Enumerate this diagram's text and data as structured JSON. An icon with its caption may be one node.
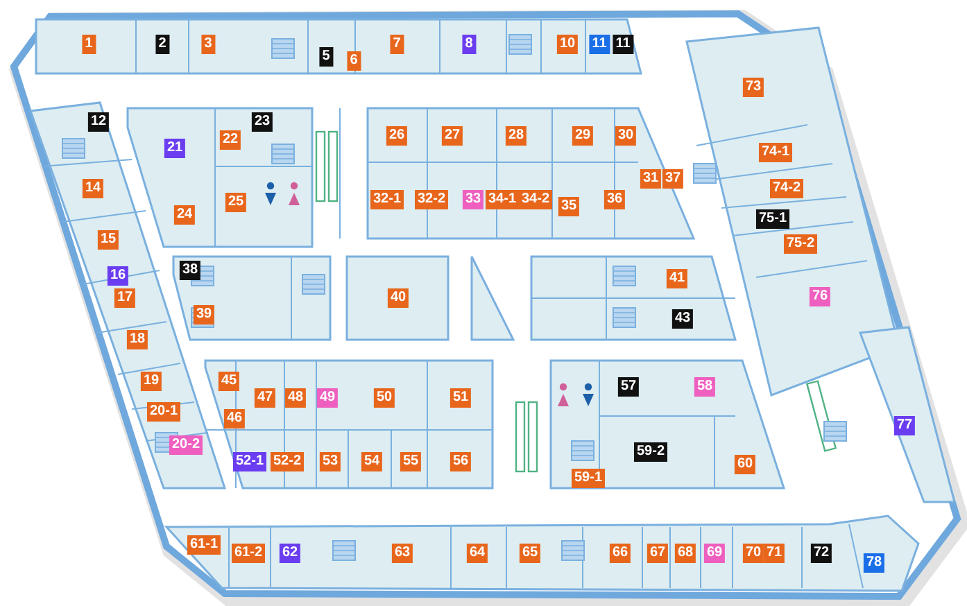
{
  "diagram": {
    "labels": [
      "1",
      "2",
      "3",
      "5",
      "6",
      "7",
      "8",
      "10",
      "11",
      "11",
      "12",
      "73",
      "21",
      "22",
      "23",
      "26",
      "27",
      "28",
      "29",
      "30",
      "74-1",
      "14",
      "24",
      "25",
      "32-1",
      "32-2",
      "33",
      "34-1",
      "34-2",
      "31",
      "37",
      "74-2",
      "35",
      "36",
      "75-1",
      "15",
      "75-2",
      "16",
      "17",
      "38",
      "40",
      "41",
      "76",
      "39",
      "43",
      "18",
      "45",
      "57",
      "58",
      "19",
      "47",
      "48",
      "49",
      "50",
      "51",
      "20-1",
      "46",
      "77",
      "20-2",
      "52-1",
      "52-2",
      "53",
      "54",
      "55",
      "56",
      "59-2",
      "60",
      "59-1",
      "61-1",
      "61-2",
      "62",
      "63",
      "64",
      "65",
      "66",
      "67",
      "68",
      "69",
      "70",
      "71",
      "72",
      "78"
    ]
  }
}
